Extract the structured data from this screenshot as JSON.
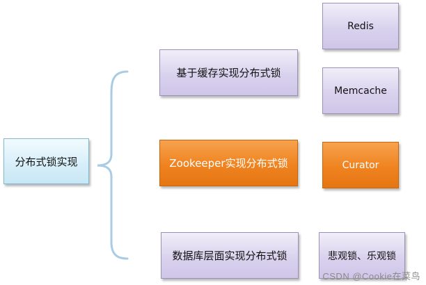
{
  "diagram": {
    "root": {
      "label": "分布式锁实现"
    },
    "branches": [
      {
        "label": "基于缓存实现分布式锁",
        "leaves": [
          "Redis",
          "Memcache"
        ]
      },
      {
        "label": "Zookeeper实现分布式锁",
        "leaves": [
          "Curator"
        ]
      },
      {
        "label": "数据库层面实现分布式锁",
        "leaves": [
          "悲观锁、乐观锁"
        ]
      }
    ]
  },
  "watermark": "CSDN @Cookie在菜鸟"
}
